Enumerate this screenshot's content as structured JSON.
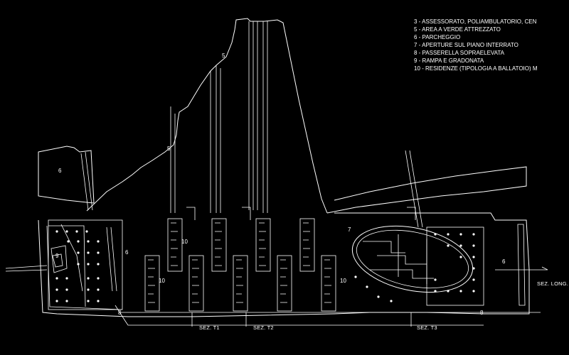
{
  "legend": {
    "items": [
      "3 - ASSESSORATO, POLIAMBULATORIO, CEN",
      "5 - AREA A VERDE ATTREZZATO",
      "6 - PARCHEGGIO",
      "7 - APERTURE SUL PIANO INTERRATO",
      "8 - PASSERELLA SOPRAELEVATA",
      "9 - RAMPA E GRADONATA",
      "10 - RESIDENZE (TIPOLOGIA A BALLATOIO) M"
    ]
  },
  "zones": {
    "green_top": "5",
    "green_left": "5",
    "parking_nw": "6",
    "parking_w": "6",
    "parking_e": "6",
    "openings": "7",
    "walkway_w": "8",
    "walkway_e": "8",
    "ramp": "9",
    "res_a": "10",
    "res_b": "10",
    "res_c": "10"
  },
  "sections": {
    "t1": "SEZ. T1",
    "t2": "SEZ. T2",
    "t3": "SEZ. T3",
    "long": "SEZ. LONG."
  },
  "colors": {
    "background": "#000000",
    "linework": "#ffffff"
  }
}
